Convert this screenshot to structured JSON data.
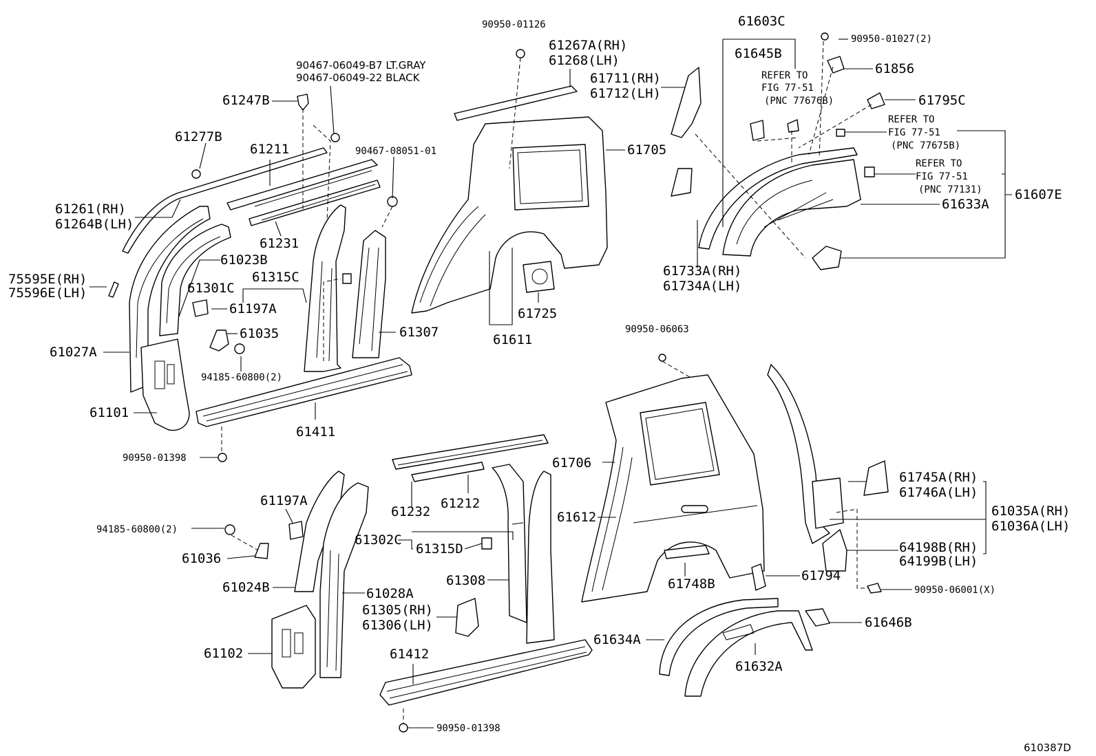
{
  "figure_code": "610387D",
  "labels": {
    "l90950_01126": "90950-01126",
    "l61267A": "61267A(RH)",
    "l61268": "61268(LH)",
    "l90467_b7": "90467-06049-B7 LT.GRAY",
    "l90467_22": "90467-06049-22 BLACK",
    "l61247B": "61247B",
    "l61277B": "61277B",
    "l61211": "61211",
    "l90467_08051": "90467-08051-01",
    "l61711": "61711(RH)",
    "l61712": "61712(LH)",
    "l61705": "61705",
    "l61261": "61261(RH)",
    "l61264B": "61264B(LH)",
    "l61231": "61231",
    "l61023B": "61023B",
    "l75595E": "75595E(RH)",
    "l75596E": "75596E(LH)",
    "l61301C": "61301C",
    "l61315C": "61315C",
    "l61197A_top": "61197A",
    "l61035": "61035",
    "l61307": "61307",
    "l61725": "61725",
    "l61611": "61611",
    "l61027A": "61027A",
    "l94185_top": "94185-60800(2)",
    "l61101": "61101",
    "l61411": "61411",
    "l90950_01398_top": "90950-01398",
    "l61603C": "61603C",
    "l90950_01027": "90950-01027(2)",
    "l61645B": "61645B",
    "l61856": "61856",
    "l61795C": "61795C",
    "refer1_a": "REFER TO",
    "refer1_b": "FIG 77-51",
    "refer1_c": "(PNC 77676B)",
    "refer2_a": "REFER TO",
    "refer2_b": "FIG 77-51",
    "refer2_c": "(PNC 77675B)",
    "refer3_a": "REFER TO",
    "refer3_b": "FIG 77-51",
    "refer3_c": "(PNC 77131)",
    "l61607E": "61607E",
    "l61633A": "61633A",
    "l61733A": "61733A(RH)",
    "l61734A": "61734A(LH)",
    "l90950_06063": "90950-06063",
    "l61706": "61706",
    "l61232": "61232",
    "l61212": "61212",
    "l61197A_bot": "61197A",
    "l94185_bot": "94185-60800(2)",
    "l61036": "61036",
    "l61302C": "61302C",
    "l61315D": "61315D",
    "l61612": "61612",
    "l61745A": "61745A(RH)",
    "l61746A": "61746A(LH)",
    "l61035A": "61035A(RH)",
    "l61036A": "61036A(LH)",
    "l64198B": "64198B(RH)",
    "l64199B": "64199B(LH)",
    "l61308": "61308",
    "l61024B": "61024B",
    "l61028A": "61028A",
    "l61748B": "61748B",
    "l61794": "61794",
    "l90950_06001": "90950-06001(X)",
    "l61305": "61305(RH)",
    "l61306": "61306(LH)",
    "l61634A": "61634A",
    "l61646B": "61646B",
    "l61102": "61102",
    "l61412": "61412",
    "l61632A": "61632A",
    "l90950_01398_bot": "90950-01398"
  }
}
